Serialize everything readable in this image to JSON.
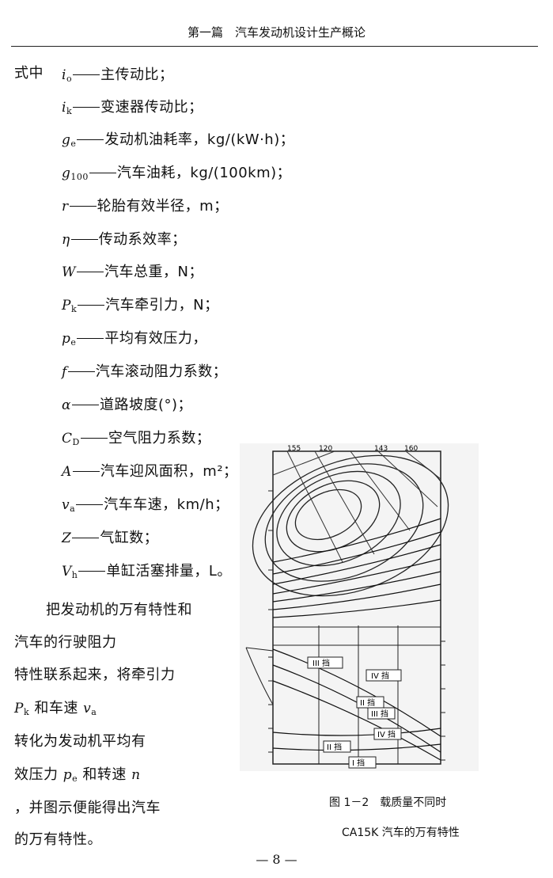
{
  "header": {
    "title": "第一篇　汽车发动机设计生产概论"
  },
  "intro": "式中",
  "definitions": [
    {
      "sym": "i",
      "sub": "o",
      "text": "主传动比；"
    },
    {
      "sym": "i",
      "sub": "k",
      "text": "变速器传动比；"
    },
    {
      "sym": "g",
      "sub": "e",
      "text": "发动机油耗率，kg/(kW·h)；"
    },
    {
      "sym": "g",
      "sub": "100",
      "text": "汽车油耗，kg/(100km)；"
    },
    {
      "sym": "r",
      "sub": "",
      "text": "轮胎有效半径，m；"
    },
    {
      "sym": "η",
      "sub": "",
      "text": "传动系效率；"
    },
    {
      "sym": "W",
      "sub": "",
      "text": "汽车总重，N；"
    },
    {
      "sym": "P",
      "sub": "k",
      "text": "汽车牵引力，N；"
    },
    {
      "sym": "p",
      "sub": "e",
      "text": "平均有效压力，"
    },
    {
      "sym": "f",
      "sub": "",
      "text": "汽车滚动阻力系数；"
    },
    {
      "sym": "α",
      "sub": "",
      "text": "道路坡度(°)；"
    },
    {
      "sym": "C",
      "sub": "D",
      "text": "空气阻力系数；"
    },
    {
      "sym": "A",
      "sub": "",
      "text": "汽车迎风面积，m²；"
    },
    {
      "sym": "v",
      "sub": "a",
      "text": "汽车车速，km/h；"
    },
    {
      "sym": "Z",
      "sub": "",
      "text": "气缸数；"
    },
    {
      "sym": "V",
      "sub": "h",
      "text": "单缸活塞排量，L。"
    }
  ],
  "paragraph": {
    "l1": "把发动机的万有特性和",
    "l2": "汽车的行驶阻力",
    "l3": "特性联系起来，将牵引力",
    "l4_sym": "P",
    "l4_sub": "k",
    "l4_mid": "和车速",
    "l4_sym2": "v",
    "l4_sub2": "a",
    "l5": "转化为发动机平均有",
    "l6_pre": "效压力",
    "l6_sym": "p",
    "l6_sub": "e",
    "l6_mid": "和转速",
    "l6_sym2": "n",
    "l7": "，并图示便能得出汽车",
    "l8": "的万有特性。"
  },
  "figure": {
    "caption_line1": "图 1－2　载质量不同时",
    "caption_line2": "CA15K 汽车的万有特性",
    "top_labels": [
      "155",
      "120",
      "143",
      "160"
    ],
    "plate_labels": [
      "III 挡",
      "IV 挡",
      "II 挡",
      "III 挡",
      "IV 挡",
      "II 挡",
      "I 挡"
    ]
  },
  "page_number": "— 8 —"
}
